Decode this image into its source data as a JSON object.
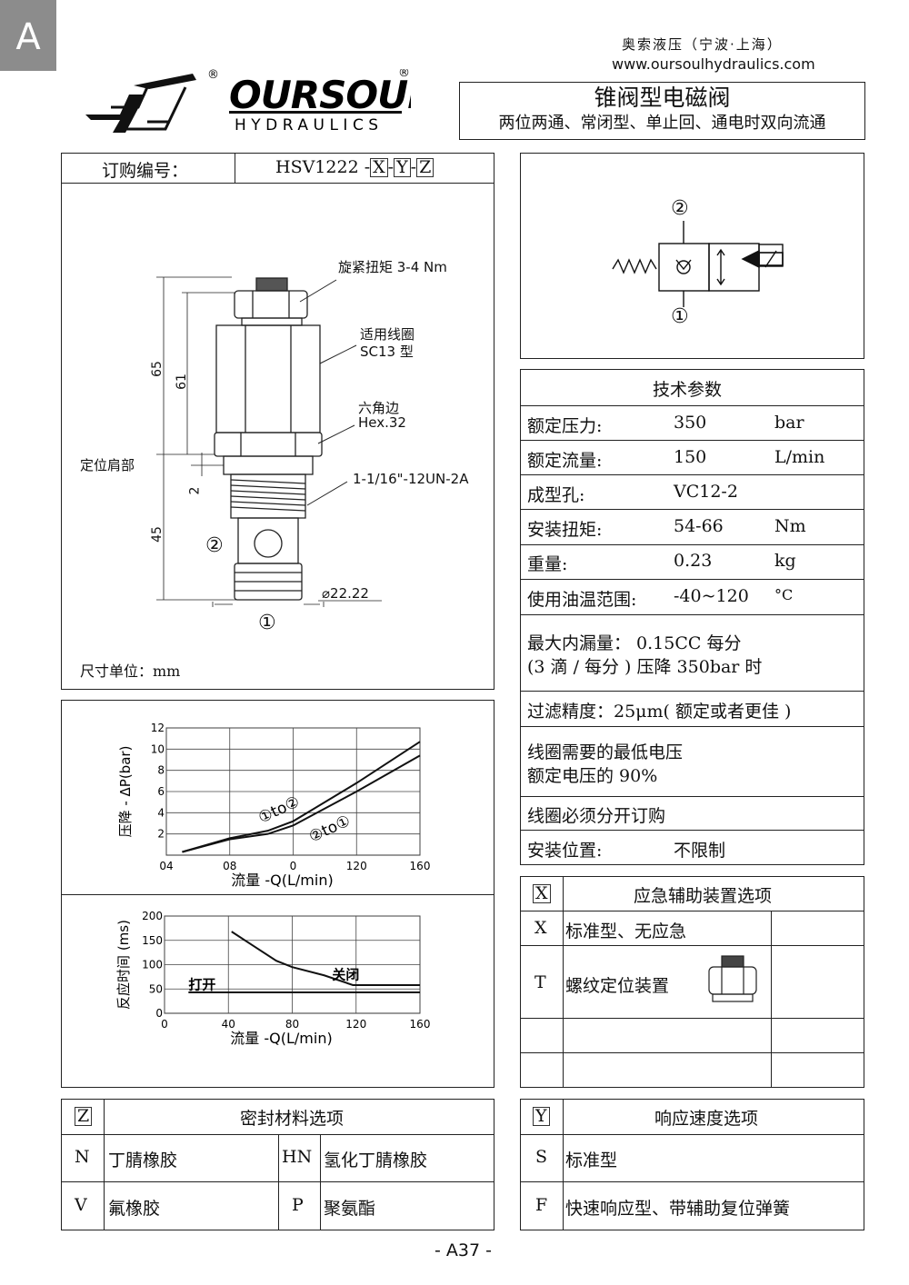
{
  "section_tab": "A",
  "company": {
    "name_cn": "奥索液压（宁波·上海）",
    "website": "www.oursoulhydraulics.com",
    "logo_text": "OURSOUL",
    "logo_sub": "HYDRAULICS",
    "registered": "®"
  },
  "product": {
    "title": "锥阀型电磁阀",
    "subtitle": "两位两通、常闭型、单止回、通电时双向流通"
  },
  "order": {
    "label": "订购编号：",
    "code": "HSV1222",
    "sep": "-",
    "x": "X",
    "y": "Y",
    "z": "Z"
  },
  "drawing": {
    "torque_note": "旋紧扭矩 3-4 Nm",
    "coil_note_1": "适用线圈",
    "coil_note_2": "SC13 型",
    "hex_note_1": "六角边",
    "hex_note_2": "Hex.32",
    "thread_note": "1-1/16\"-12UN-2A",
    "shoulder": "定位肩部",
    "dim_65": "65",
    "dim_61": "61",
    "dim_2": "2",
    "dim_45": "45",
    "diameter": "⌀22.22",
    "port2": "②",
    "port1": "①",
    "unit_note": "尺寸单位：mm"
  },
  "symbol": {
    "port2": "②",
    "port1": "①"
  },
  "tech": {
    "title": "技术参数",
    "rows": [
      {
        "label": "额定压力:",
        "value": "350",
        "unit": "bar"
      },
      {
        "label": "额定流量:",
        "value": "150",
        "unit": "L/min"
      },
      {
        "label": "成型孔:",
        "value": "VC12-2",
        "unit": ""
      },
      {
        "label": "安装扭矩:",
        "value": "54-66",
        "unit": "Nm"
      },
      {
        "label": "重量:",
        "value": "0.23",
        "unit": "kg"
      },
      {
        "label": "使用油温范围:",
        "value": "-40~120",
        "unit": "°C"
      }
    ],
    "leakage_1": "最大内漏量：  0.15CC 每分",
    "leakage_2": "(3 滴 / 每分 ) 压降 350bar 时",
    "filter": "过滤精度：25μm( 额定或者更佳 )",
    "coil_1": "线圈需要的最低电压",
    "coil_2": "额定电压的 90%",
    "coil_order": "线圈必须分开订购",
    "position_label": "安装位置:",
    "position_value": "不限制"
  },
  "option_x": {
    "code": "X",
    "title": "应急辅助装置选项",
    "rows": [
      {
        "code": "X",
        "desc": "标准型、无应急"
      },
      {
        "code": "T",
        "desc": "螺纹定位装置"
      }
    ]
  },
  "option_z": {
    "code": "Z",
    "title": "密封材料选项",
    "rows": [
      {
        "code": "N",
        "desc": "丁腈橡胶",
        "code2": "HN",
        "desc2": "氢化丁腈橡胶"
      },
      {
        "code": "V",
        "desc": "氟橡胶",
        "code2": "P",
        "desc2": "聚氨酯"
      }
    ]
  },
  "option_y": {
    "code": "Y",
    "title": "响应速度选项",
    "rows": [
      {
        "code": "S",
        "desc": "标准型"
      },
      {
        "code": "F",
        "desc": "快速响应型、带辅助复位弹簧"
      }
    ]
  },
  "footer": {
    "page": "- A37 -"
  },
  "chart_data": [
    {
      "type": "line",
      "title": "",
      "xlabel": "流量 -Q(L/min)",
      "ylabel": "压降 - ΔP(bar)",
      "x_tick_labels": [
        "04",
        "08",
        "0",
        "120",
        "160"
      ],
      "xlim": [
        0,
        4
      ],
      "ylim": [
        0,
        12
      ],
      "y_ticks": [
        2,
        4,
        6,
        8,
        10,
        12
      ],
      "grid": true,
      "series": [
        {
          "name": "①to②",
          "x": [
            0.25,
            1,
            1.6,
            2,
            3,
            4
          ],
          "y": [
            0.3,
            1.6,
            2.3,
            3.2,
            6.8,
            10.7
          ]
        },
        {
          "name": "②to①",
          "x": [
            0.25,
            1,
            1.6,
            2,
            3,
            4
          ],
          "y": [
            0.3,
            1.5,
            2.0,
            2.8,
            6.0,
            9.4
          ]
        }
      ]
    },
    {
      "type": "line",
      "title": "",
      "xlabel": "流量 -Q(L/min)",
      "ylabel": "反应时间 (ms)",
      "x_ticks": [
        0,
        40,
        80,
        120,
        160
      ],
      "y_ticks": [
        50,
        100,
        150,
        200
      ],
      "xlim": [
        0,
        160
      ],
      "ylim": [
        0,
        200
      ],
      "grid": true,
      "series": [
        {
          "name": "打开",
          "x": [
            15,
            160
          ],
          "y": [
            43,
            43
          ]
        },
        {
          "name": "关闭",
          "x": [
            42,
            55,
            70,
            80,
            100,
            118,
            160
          ],
          "y": [
            168,
            140,
            108,
            95,
            78,
            58,
            58
          ]
        }
      ]
    }
  ]
}
